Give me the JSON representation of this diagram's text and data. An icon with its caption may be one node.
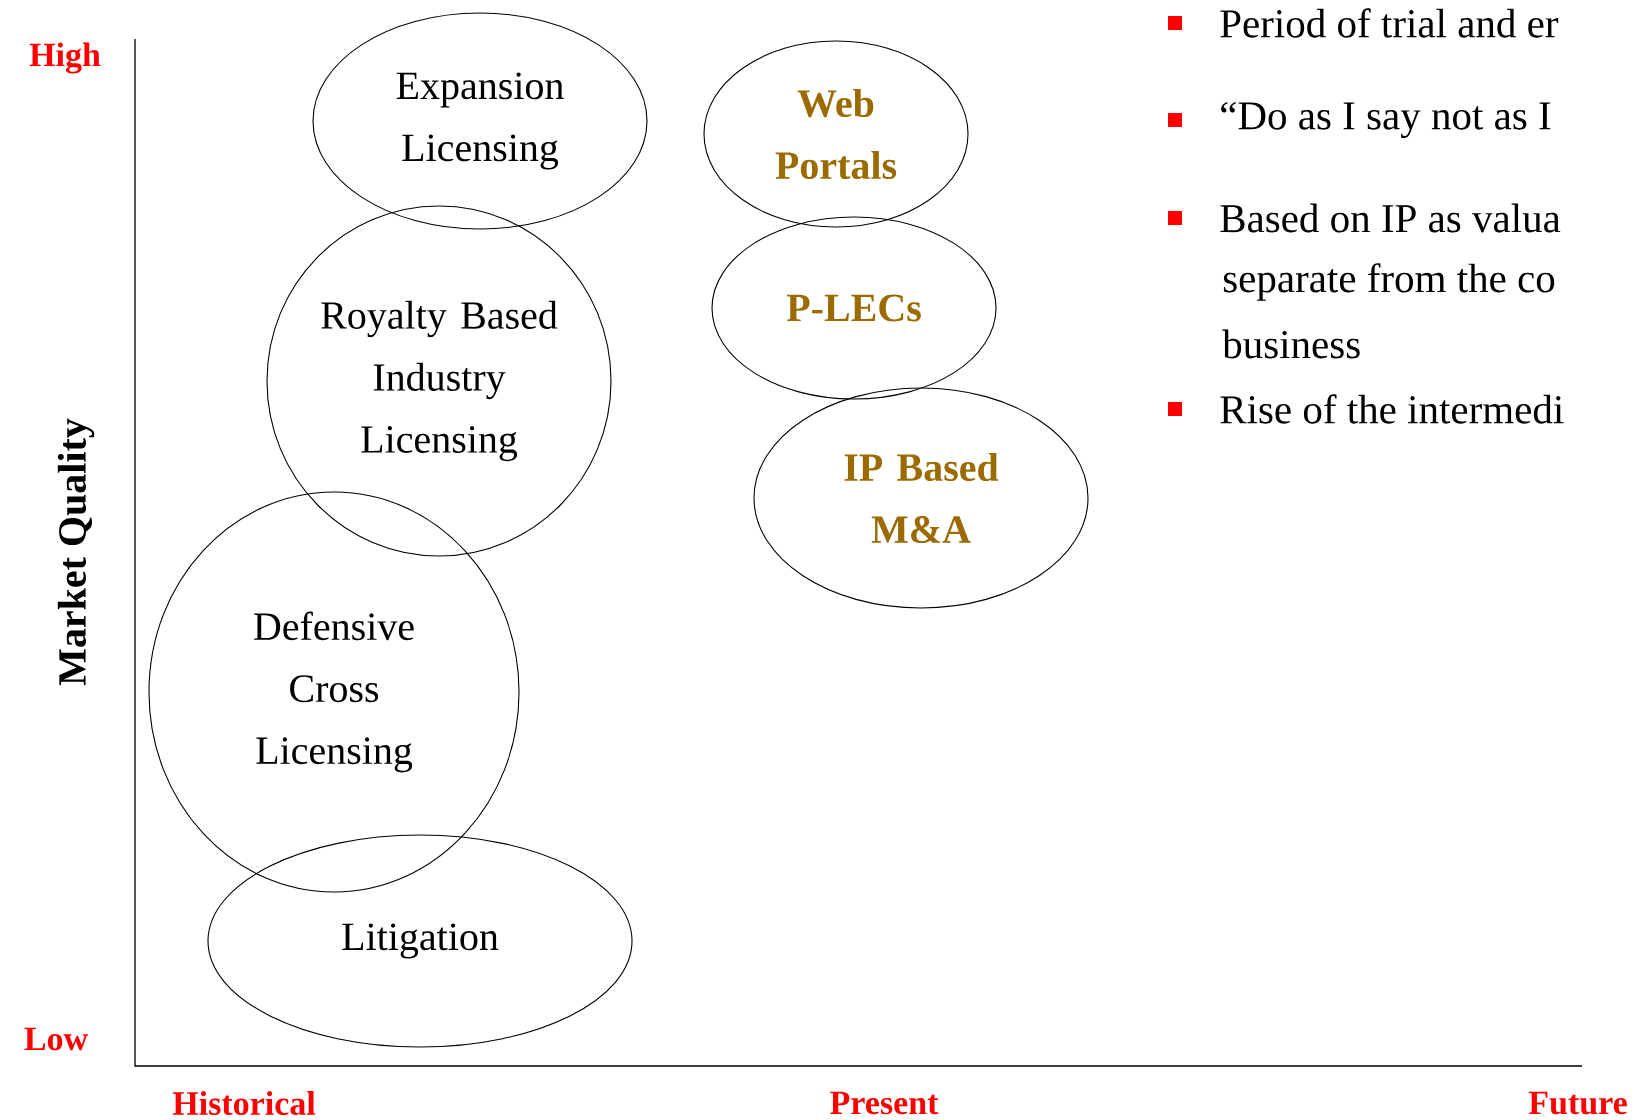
{
  "diagram": {
    "nodes": [
      {
        "text": [
          "Expansion Licensing"
        ]
      },
      {
        "text": [
          "Royalty Based Industry Licensing"
        ]
      },
      {
        "text": [
          "Defensive Cross Licensing"
        ]
      },
      {
        "text": [
          "Litigation"
        ]
      },
      {
        "text": [
          "Web Portals"
        ]
      },
      {
        "text": [
          "P-LECs"
        ]
      },
      {
        "text": [
          "IP Based M&A"
        ]
      }
    ],
    "labels": [
      "High",
      "Low",
      "Market Quality",
      "Historical",
      "Present",
      "Future",
      "Period of trial and er",
      "“Do as I say not as I",
      "Based on IP as valua",
      "separate from the co",
      "business",
      "Rise of the intermedi"
    ]
  }
}
